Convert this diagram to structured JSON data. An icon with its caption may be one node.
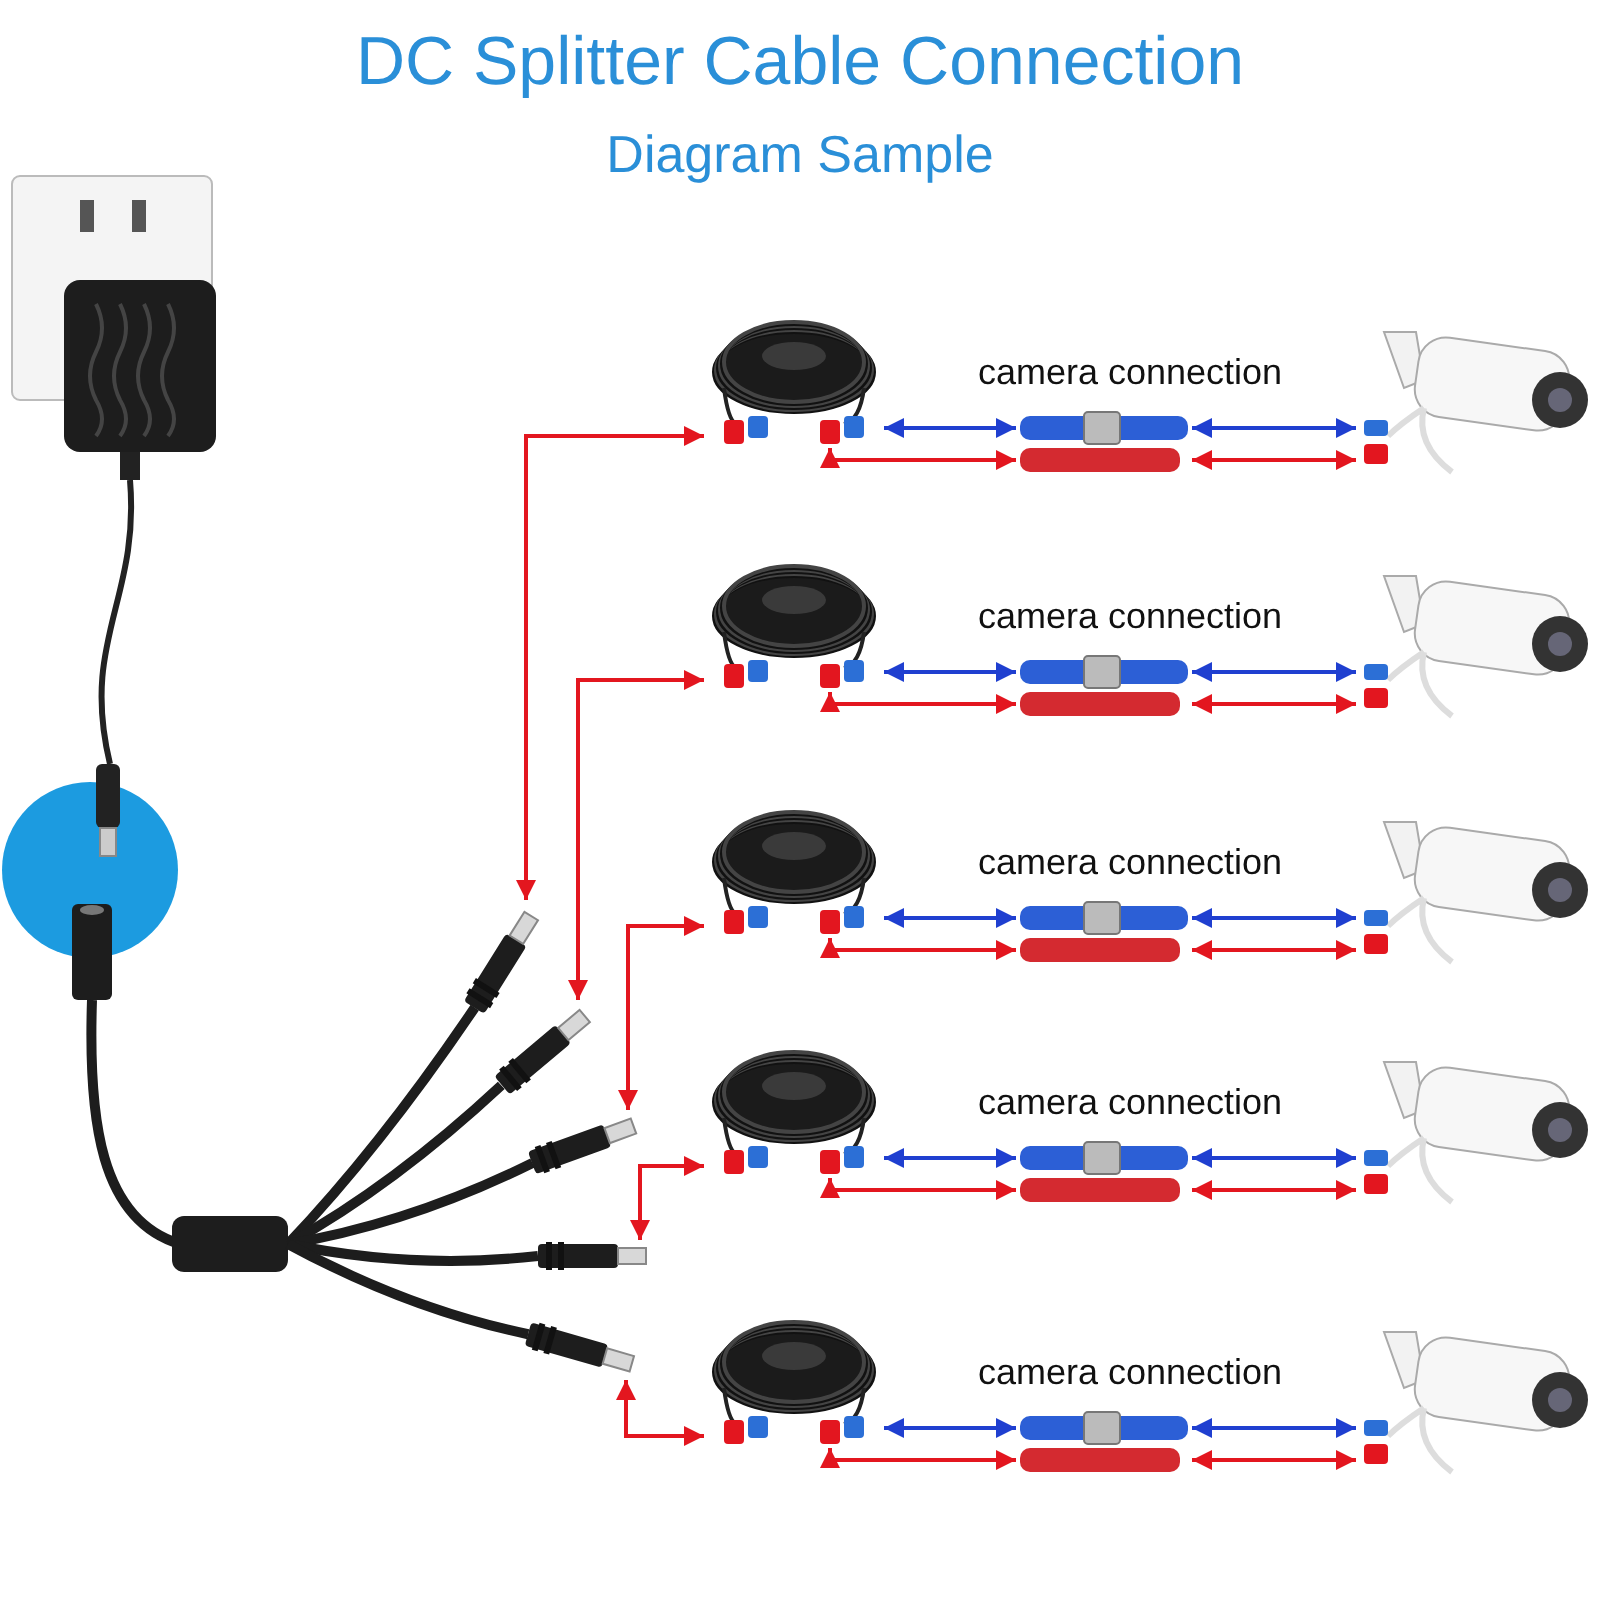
{
  "diagram": {
    "title": "DC Splitter Cable Connection",
    "nodes": [
      {
        "text": [],
        "shape": "picture"
      },
      {
        "text": [],
        "shape": "picture"
      },
      {
        "text": [],
        "shape": "picture"
      },
      {
        "text": [],
        "shape": "picture"
      },
      {
        "text": [],
        "shape": "picture"
      },
      {
        "text": [],
        "shape": "picture"
      },
      {
        "text": [],
        "shape": "picture"
      },
      {
        "text": [],
        "shape": "picture"
      },
      {
        "text": [],
        "shape": "picture"
      },
      {
        "text": [],
        "shape": "picture"
      },
      {
        "text": [],
        "shape": "picture"
      },
      {
        "text": [],
        "shape": "picture"
      },
      {
        "text": [],
        "shape": "picture"
      },
      {
        "text": [],
        "shape": "picture"
      },
      {
        "text": [],
        "shape": "picture"
      },
      {
        "text": [],
        "shape": "picture"
      },
      {
        "text": [],
        "shape": "picture"
      },
      {
        "text": [],
        "shape": "picture"
      },
      {
        "text": [],
        "shape": "picture"
      },
      {
        "text": [],
        "shape": "picture"
      }
    ],
    "edges": [
      {
        "from": 0,
        "to": 5,
        "arrow": "both"
      },
      {
        "from": 5,
        "to": 6,
        "arrow": "both",
        "color": "#1f3fd0"
      },
      {
        "from": 5,
        "to": 6,
        "arrow": "both"
      },
      {
        "from": 6,
        "to": 7,
        "arrow": "both",
        "color": "#1f3fd0"
      },
      {
        "from": 6,
        "to": 7,
        "arrow": "both"
      },
      {
        "from": 1,
        "to": 8,
        "arrow": "both"
      },
      {
        "from": 8,
        "to": 9,
        "arrow": "both",
        "color": "#1f3fd0"
      },
      {
        "from": 8,
        "to": 9,
        "arrow": "both"
      },
      {
        "from": 9,
        "to": 10,
        "arrow": "both",
        "color": "#1f3fd0"
      },
      {
        "from": 9,
        "to": 10,
        "arrow": "both"
      },
      {
        "from": 2,
        "to": 11,
        "arrow": "both"
      },
      {
        "from": 11,
        "to": 12,
        "arrow": "both",
        "color": "#1f3fd0"
      },
      {
        "from": 11,
        "to": 12,
        "arrow": "both"
      },
      {
        "from": 12,
        "to": 13,
        "arrow": "both",
        "color": "#1f3fd0"
      },
      {
        "from": 12,
        "to": 13,
        "arrow": "both"
      },
      {
        "from": 3,
        "to": 14,
        "arrow": "both"
      },
      {
        "from": 14,
        "to": 15,
        "arrow": "both",
        "color": "#1f3fd0"
      },
      {
        "from": 14,
        "to": 15,
        "arrow": "both"
      },
      {
        "from": 15,
        "to": 16,
        "arrow": "both",
        "color": "#1f3fd0"
      },
      {
        "from": 15,
        "to": 16,
        "arrow": "both"
      },
      {
        "from": 4,
        "to": 17,
        "arrow": "both"
      },
      {
        "from": 17,
        "to": 18,
        "arrow": "both",
        "color": "#1f3fd0"
      },
      {
        "from": 17,
        "to": 18,
        "arrow": "both"
      },
      {
        "from": 18,
        "to": 19,
        "arrow": "both",
        "color": "#1f3fd0"
      },
      {
        "from": 18,
        "to": 19,
        "arrow": "both"
      }
    ],
    "labels": [
      "Diagram Sample",
      "camera connection",
      "camera connection",
      "camera connection",
      "camera connection",
      "camera connection"
    ]
  }
}
